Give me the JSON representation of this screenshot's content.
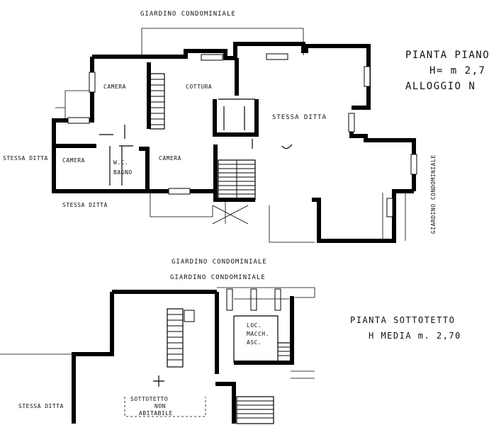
{
  "labels": {
    "garden_top_1": "GIARDINO CONDOMINIALE",
    "garden_mid_1": "GIARDINO CONDOMINIALE",
    "garden_mid_2": "GIARDINO CONDOMINIALE",
    "garden_right": "GIARDINO CONDOMINIALE",
    "other_owner_left": "STESSA DITTA",
    "other_owner_bottom": "STESSA DITTA",
    "other_owner_center": "STESSA DITTA",
    "other_owner_attic": "STESSA DITTA",
    "room_bedroom_top": "CAMERA",
    "room_kitchen": "COTTURA",
    "room_bedroom_left": "CAMERA",
    "room_bathroom_1": "W.C.",
    "room_bathroom_2": "BAGNO",
    "room_bedroom_right": "CAMERA",
    "room_machine": "LOC.",
    "room_machine_2": "MACCH.",
    "room_machine_3": "ASC.",
    "attic_room_1": "SOTTOTETTO",
    "attic_room_2": "NON",
    "attic_room_3": "ABITABILE"
  },
  "titles": {
    "plan_main_1": "PIANTA PIANO",
    "plan_main_2": "H= m 2,7",
    "plan_main_3": "ALLOGGIO N",
    "plan_attic_1": "PIANTA SOTTOTETTO",
    "plan_attic_2": "H MEDIA m. 2,70"
  }
}
